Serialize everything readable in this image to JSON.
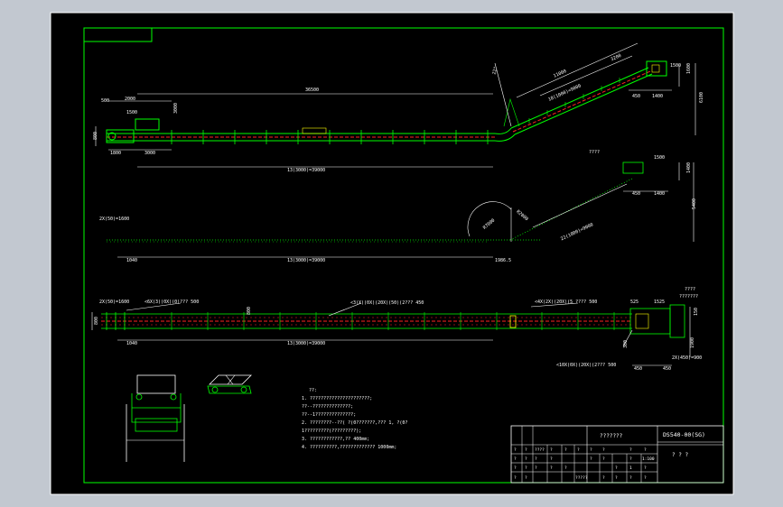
{
  "colors": {
    "viewport_bg": "#c2c8d0",
    "sheet_bg": "#000000",
    "sheet_frame": "#ffffff",
    "border": "#00ff00",
    "conveyor": "#00ff00",
    "belt_center": "#ff2020",
    "text": "#ffffff",
    "accent": "#ffff00"
  },
  "drawing": {
    "title_block_id": "DS540-00(SG)",
    "title_block_name": "???????",
    "title_block_sub": "? ? ?",
    "elevation": {
      "dims": {
        "head_500": "500",
        "head_2000": "2000",
        "head_1500": "1500",
        "head_3000v": "3000",
        "head_1800": "1800",
        "head_3000": "3000",
        "left_v": "800",
        "span_36500": "36500",
        "span_13000": "13(3000)=39000",
        "incline_total": "11000",
        "incline_3200": "3200",
        "incline_sect": "18(1000)=9000",
        "top_1500": "1500",
        "top_450": "450",
        "top_1400": "1400",
        "right_1600": "1600",
        "right_6100": "6100",
        "angle": "22°"
      }
    },
    "section": {
      "dims": {
        "left_note": "2X(50)=1600",
        "span_13000": "13(3000)=39000",
        "left_1040": "1040",
        "right_1986": "1986.5",
        "arc_r": "R7000",
        "arc_label": "R2000",
        "incline_sect": "22(1000)=9000",
        "top_note": "????",
        "top_1500": "1500",
        "top_450": "450",
        "top_1400": "1400",
        "right_5400": "5400",
        "right_1400": "1400"
      }
    },
    "plan": {
      "dims": {
        "left_note": "2X(50)=1600",
        "beam_a": "<6X(3)(0X)(0)???  500",
        "beam_b": "<3(X)(0X)(20X)(50)(2???  450",
        "beam_c": "<4X(2X)(20X)(5 ????  500",
        "left_1040": "1040",
        "span_13000": "13(3000)=39000",
        "mid_v": "800",
        "right_note": "????",
        "right_note2": "???????",
        "r_525": "525",
        "r_1525": "1525",
        "r_150": "150",
        "r_300": "300",
        "r_1900": "1900",
        "r_2450": "2X(450)=900",
        "r_450a": "450",
        "r_450b": "450",
        "bot_note": "<10X(0X)(20X)(2???  500",
        "left_v": "800"
      }
    },
    "notes": {
      "heading": "??:",
      "lines": [
        "1. ??????????????????????;",
        "   ??--??????????????;",
        "   ??--1??????????????;",
        "2. ????????--??(   ?(0???????,???        1, ?(0?",
        "   1?????????(?????????);",
        "3. ????????????,??                    400mm;",
        "4. ??????????,?????????????                  1000mm;"
      ]
    },
    "title_block": {
      "rows": [
        [
          "?",
          "?",
          "????",
          "?",
          "?",
          "?",
          "?",
          "?",
          "?",
          "?"
        ],
        [
          "?",
          "?",
          "?",
          "?",
          "",
          "",
          "?",
          "?",
          "?",
          "1:100"
        ],
        [
          "?",
          "?",
          "?",
          "?",
          "?",
          "",
          "",
          "?",
          "1",
          "?"
        ],
        [
          "?",
          "?",
          "",
          "",
          "",
          "?????",
          "?",
          "?",
          "?",
          "?"
        ]
      ]
    }
  }
}
